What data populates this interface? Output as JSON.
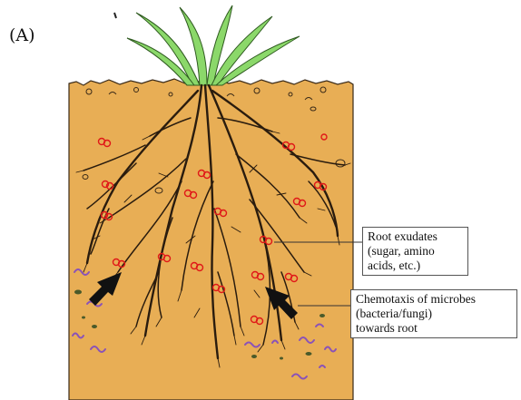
{
  "panel_label": "(A)",
  "callouts": {
    "root_exudates": [
      "Root exudates",
      "(sugar, amino",
      "acids, etc.)"
    ],
    "chemotaxis": [
      "Chemotaxis of microbes",
      "(bacteria/fungi)",
      "towards root"
    ]
  },
  "colors": {
    "soil": "#E8AE55",
    "roots": "#2a1c0e",
    "leaves": "#8BD86A",
    "exudate": "#E01818",
    "microbes": "#8A52B8",
    "arrows": "#111111"
  }
}
